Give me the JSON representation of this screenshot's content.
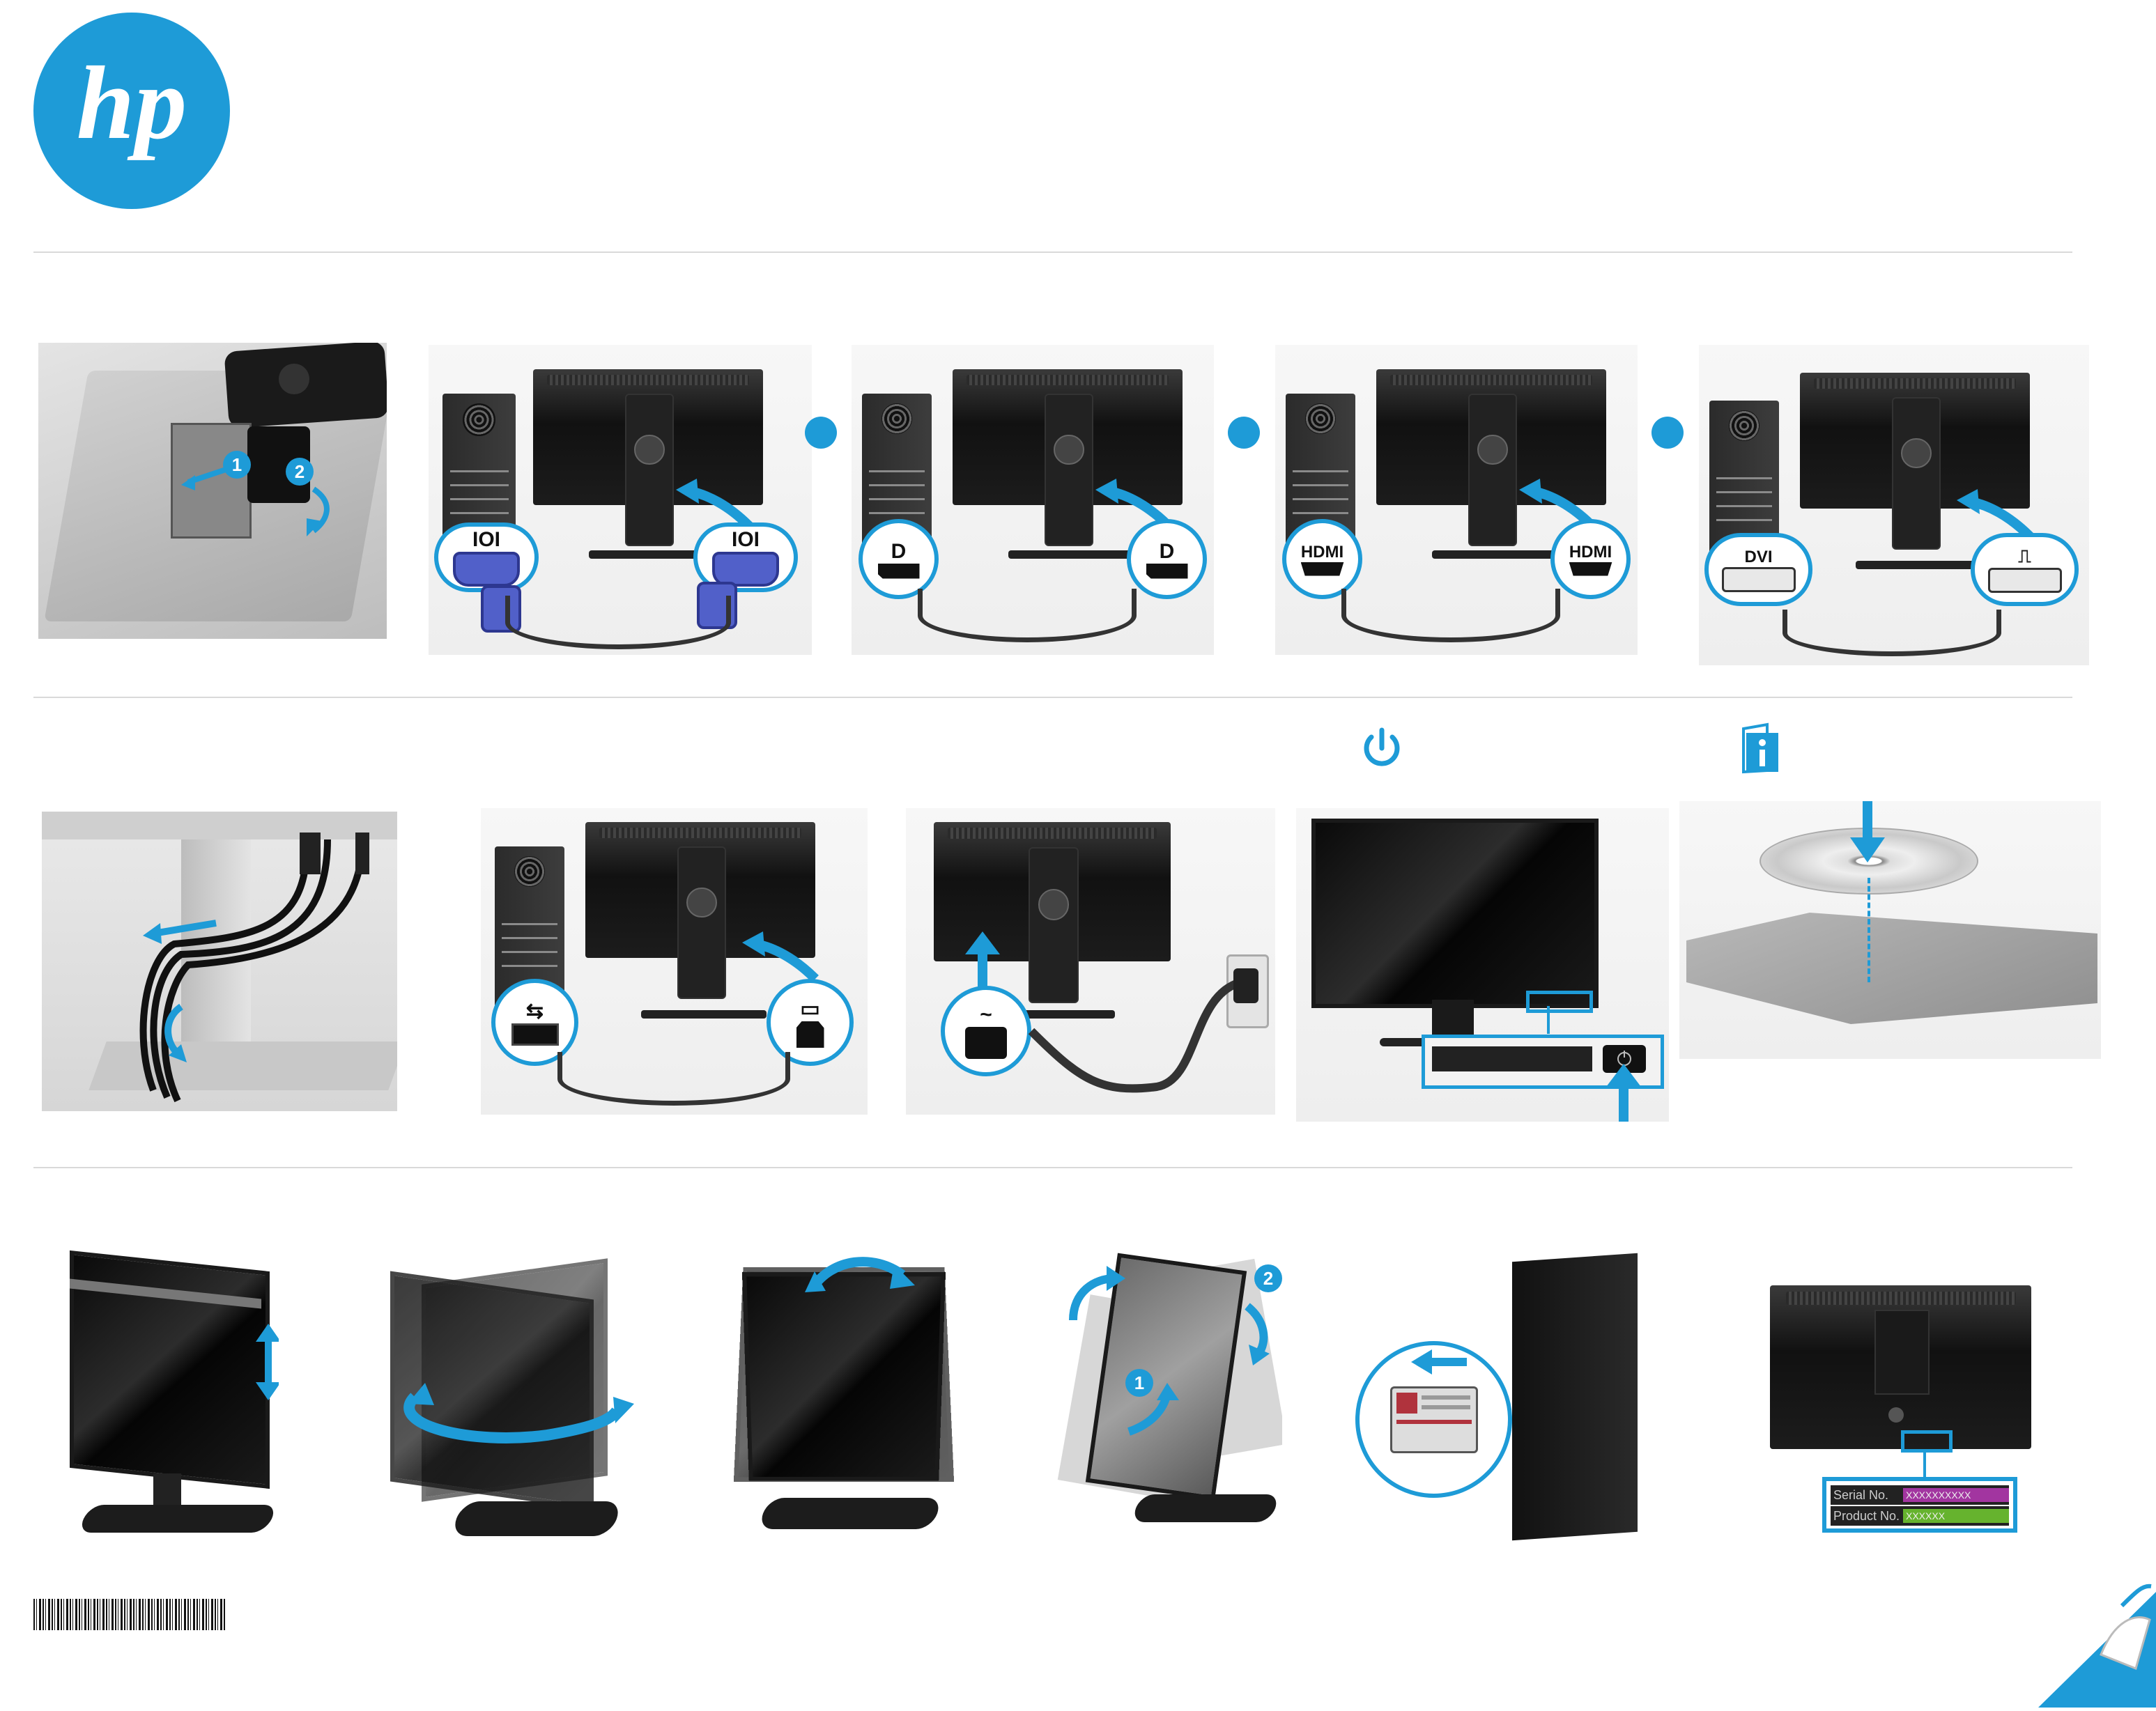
{
  "brand": {
    "logo_text": "hp",
    "accent_color": "#1e9bd7"
  },
  "connector_labels": {
    "vga_computer": "IOI",
    "vga_monitor": "IOI",
    "dp_computer": "D",
    "dp_monitor": "D",
    "hdmi_computer": "HDMI",
    "hdmi_monitor": "HDMI",
    "dvi_computer": "DVI",
    "usb_computer": "⇆",
    "usb_monitor": "▭",
    "power_symbol": "~"
  },
  "section_icons": {
    "power": "power-icon",
    "info": "info-icon"
  },
  "label_sample": {
    "serial_label": "Serial No.",
    "serial_value": "XXXXXXXXXX",
    "product_label": "Product No.",
    "product_value": "XXXXXX"
  },
  "assembly_steps": [
    "1",
    "2"
  ],
  "rotate_steps": [
    "1",
    "2"
  ]
}
